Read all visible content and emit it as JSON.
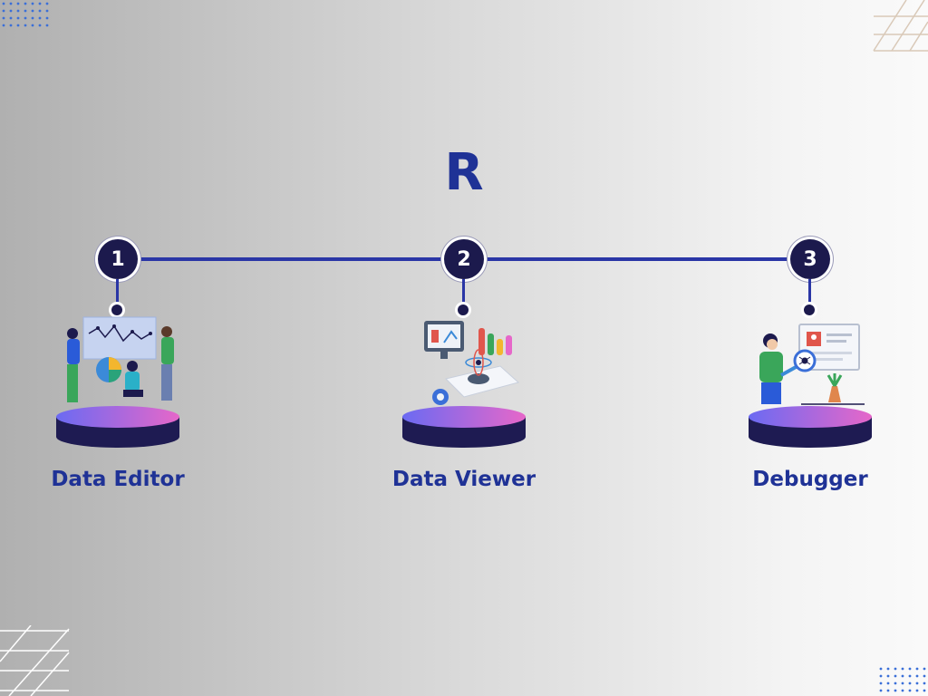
{
  "title": "R",
  "steps": [
    {
      "number": "1",
      "label": "Data Editor"
    },
    {
      "number": "2",
      "label": "Data Viewer"
    },
    {
      "number": "3",
      "label": "Debugger"
    }
  ],
  "colors": {
    "accent": "#1f3296",
    "badge": "#1c1a4d",
    "line": "#2a36a6"
  }
}
